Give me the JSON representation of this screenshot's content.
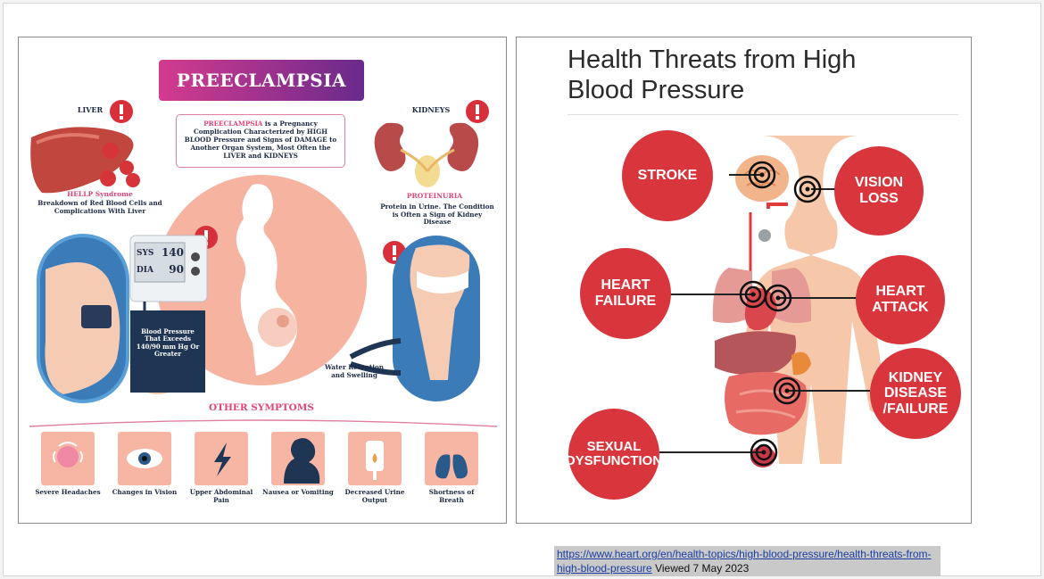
{
  "left_infographic": {
    "title": "PREECLAMPSIA",
    "liver": {
      "label": "LIVER",
      "condition": "HELLP Syndrome",
      "description": "Breakdown of Red Blood Cells and Complications With Liver"
    },
    "kidneys": {
      "label": "KIDNEYS",
      "condition": "PROTEINURIA",
      "description": "Protein in Urine. The Condition is Often a Sign of Kidney Disease"
    },
    "definition": {
      "term": "PREECLAMPSIA",
      "text": " is a Pregnancy Complication Characterized by HIGH BLOOD Pressure and Signs of DAMAGE to Another Organ System, Most Often the LIVER and KIDNEYS"
    },
    "bp_monitor": {
      "sys_label": "SYS",
      "sys_value": "140",
      "dia_label": "DIA",
      "dia_value": "90"
    },
    "bp_note": "Blood Pressure That Exceeds 140/90 mm Hg Or Greater",
    "swelling_note": "Water Retention and Swelling",
    "symptoms_heading": "OTHER SYMPTOMS",
    "symptoms": [
      {
        "label": "Severe Headaches",
        "icon": "head-pain-icon"
      },
      {
        "label": "Changes in Vision",
        "icon": "eye-icon"
      },
      {
        "label": "Upper Abdominal Pain",
        "icon": "lightning-pain-icon"
      },
      {
        "label": "Nausea or Vomiting",
        "icon": "nausea-icon"
      },
      {
        "label": "Decreased Urine Output",
        "icon": "urine-bag-icon"
      },
      {
        "label": "Shortness of Breath",
        "icon": "lungs-icon"
      }
    ],
    "colors": {
      "accent_pink": "#e0457a",
      "banner_start": "#d43b8f",
      "banner_end": "#6a2a8c",
      "navy": "#1e2a45",
      "peach": "#f6b6a3",
      "alert_red": "#d8303a"
    }
  },
  "right_infographic": {
    "title_line1": "Health Threats from High",
    "title_line2": "Blood Pressure",
    "threats": [
      "STROKE",
      "VISION\nLOSS",
      "HEART\nFAILURE",
      "HEART\nATTACK",
      "KIDNEY\nDISEASE\n/FAILURE",
      "SEXUAL\nDYSFUNCTION"
    ],
    "colors": {
      "threat_red": "#d8353c",
      "body_skin": "#f7c7aa"
    }
  },
  "source": {
    "url_text": "https://www.heart.org/en/health-topics/high-blood-pressure/health-threats-from-high-blood-pressure",
    "viewed": " Viewed 7 May 2023"
  }
}
